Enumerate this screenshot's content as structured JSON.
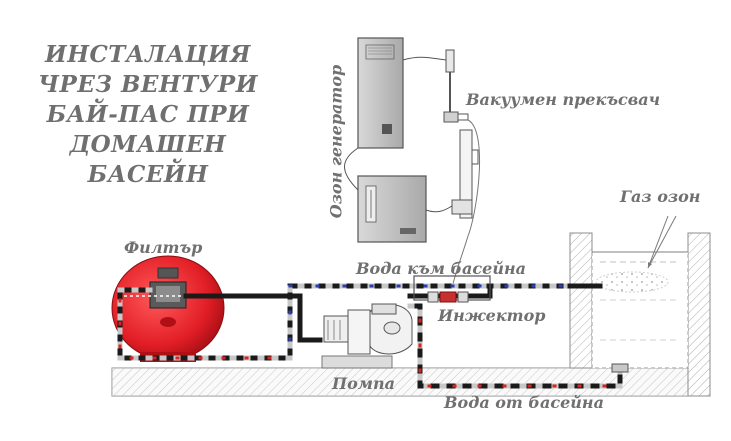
{
  "title_lines": [
    "ИНСТАЛАЦИЯ",
    "ЧРЕЗ ВЕНТУРИ",
    "БАЙ-ПАС ПРИ",
    "ДОМАШЕН",
    "БАСЕЙН"
  ],
  "labels": {
    "ozone_generator": "Озон генератор",
    "vacuum_breaker": "Вакуумен прекъсвач",
    "gas_ozone": "Газ озон",
    "filter": "Филтър",
    "water_to_pool": "Вода към басейна",
    "injector": "Инжектор",
    "pump": "Помпа",
    "water_from_pool": "Вода от басейна"
  },
  "colors": {
    "filter_tank": "#e21e26",
    "pipe": "#1a1a1a",
    "pipe_band": "#c8c8c8",
    "label_text": "#707070"
  }
}
